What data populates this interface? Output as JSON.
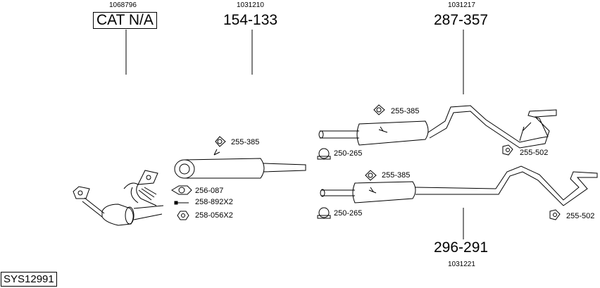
{
  "groups": [
    {
      "ref": "1068796",
      "label": "CAT N/A"
    },
    {
      "ref": "1031210",
      "label": "154-133"
    },
    {
      "ref": "1031217",
      "label": "287-357"
    },
    {
      "ref": "1031221",
      "label": "296-291"
    }
  ],
  "parts": {
    "hanger_a": "255-385",
    "hanger_b": "255-385",
    "hanger_c": "255-385",
    "clamp_a": "250-265",
    "clamp_b": "250-265",
    "gasket": "256-087",
    "bolt": "258-892X2",
    "nut": "258-056X2",
    "mount_a": "255-502",
    "mount_b": "255-502"
  },
  "system_code": "SYS12991"
}
